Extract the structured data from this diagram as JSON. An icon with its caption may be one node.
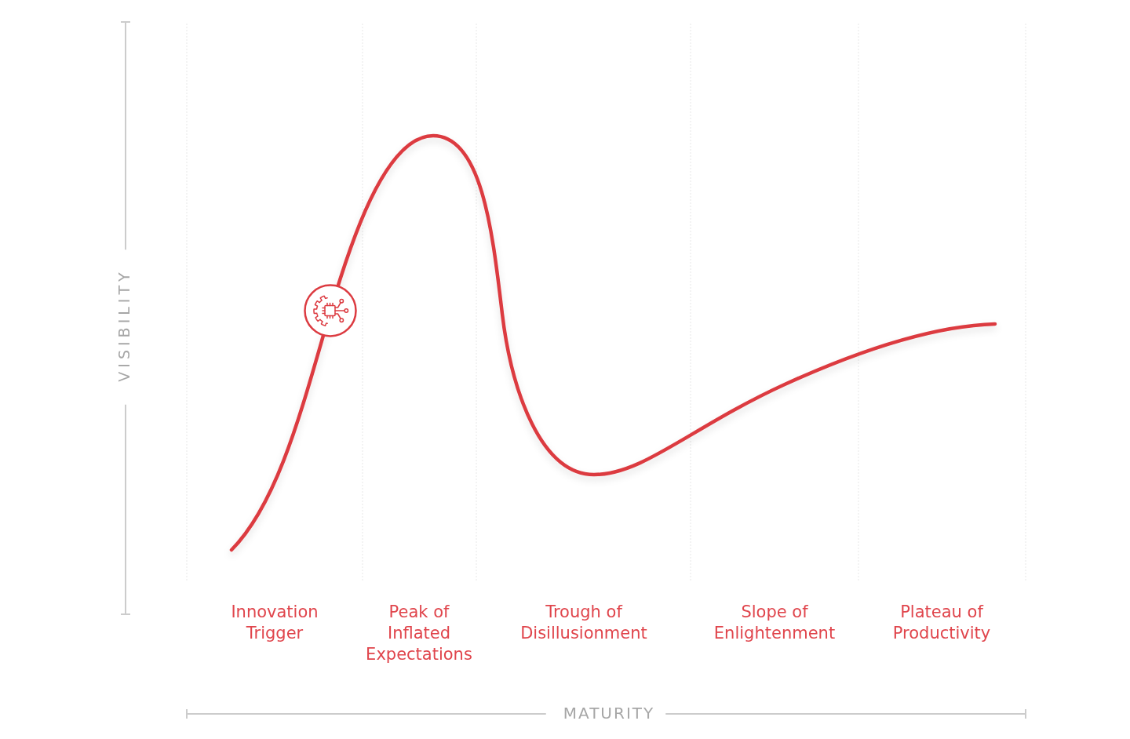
{
  "diagram": {
    "labels": [
      "VISIBILITY",
      "Innovation Trigger",
      "Peak of Inflated Expectations",
      "Trough of Disillusionment",
      "Slope of Enlightenment",
      "Plateau of Productivity",
      "MATURITY"
    ]
  }
}
